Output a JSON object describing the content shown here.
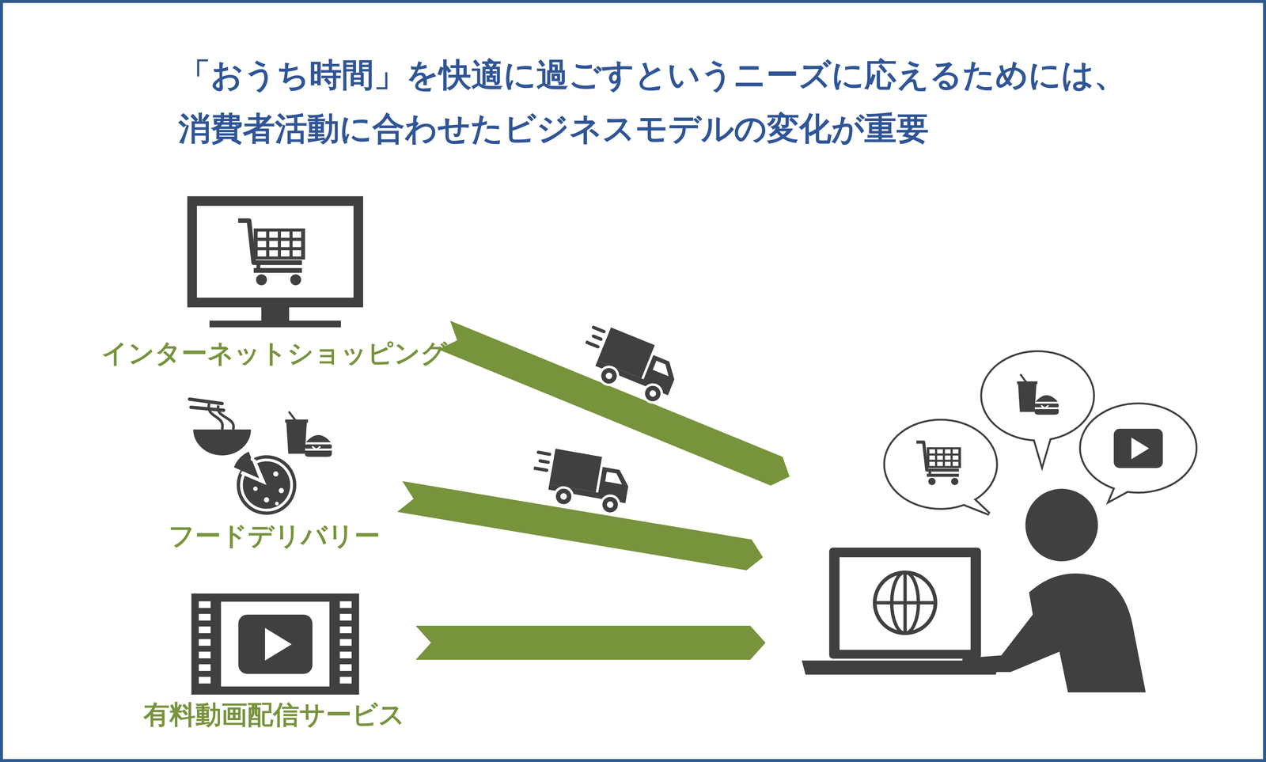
{
  "diagram": {
    "title": "「おうち時間」を快適に過ごすというニーズに応えるためには、 消費者活動に合わせたビジネスモデルの変化が重要",
    "nodes": [
      {
        "text": [
          "インターネットショッピング"
        ]
      },
      {
        "text": [
          "フードデリバリー"
        ]
      },
      {
        "text": [
          "有料動画配信サービス"
        ]
      }
    ]
  }
}
